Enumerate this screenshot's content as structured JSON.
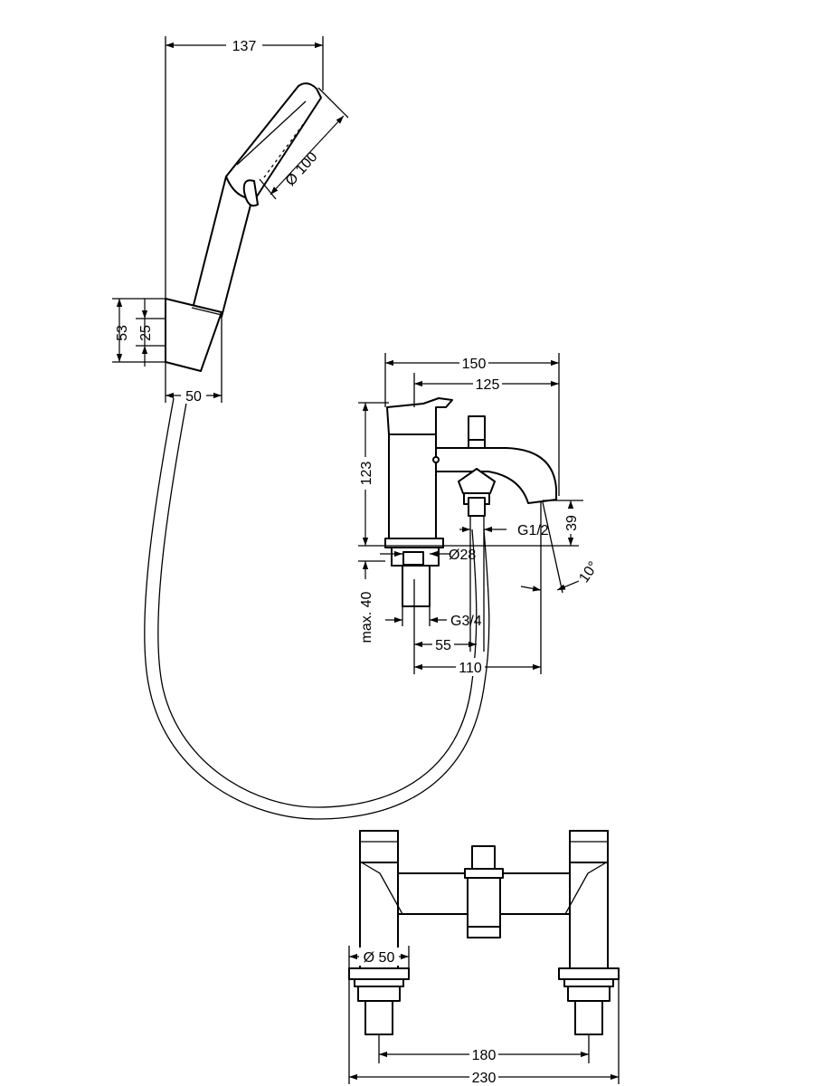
{
  "dimensions": {
    "handshower_width": "137",
    "handshower_head_dia": "Ø 100",
    "holder_height": "53",
    "holder_inner": "25",
    "holder_width": "50",
    "mixer_total": "150",
    "mixer_spout": "125",
    "mixer_height": "123",
    "spout_height": "39",
    "spout_thread": "G1/2",
    "spout_angle": "10°",
    "base_dia": "Ø28",
    "max_thickness": "max. 40",
    "supply_thread": "G3/4",
    "axis_55": "55",
    "axis_110": "110",
    "pillar_dia": "Ø 50",
    "centres_180": "180",
    "overall_230": "230"
  }
}
